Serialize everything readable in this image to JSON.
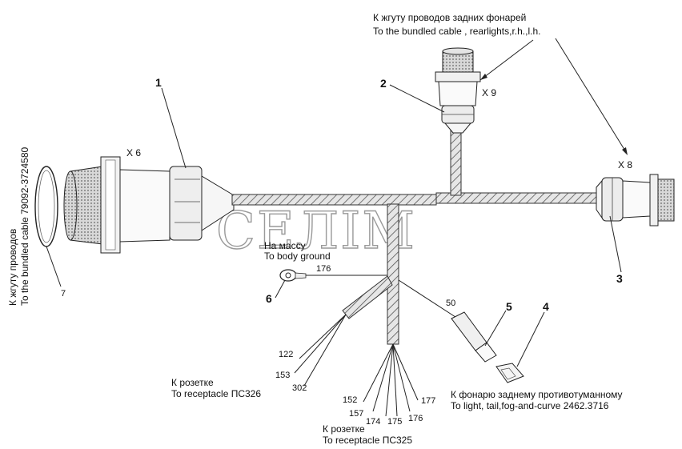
{
  "watermark": "СЕЛІМ",
  "top_note": {
    "ru": "К жгуту проводов задних фонарей",
    "en": "To the bundled cable , rearlights,r.h.,l.h."
  },
  "left_note": {
    "ru": "К жгуту проводов",
    "en": "To the bundled cable 79092-3724580"
  },
  "ground_note": {
    "ru": "На массу",
    "en": "To body ground"
  },
  "receptacle_326": {
    "ru": "К розетке",
    "en": "To receptacle ПС326"
  },
  "receptacle_325": {
    "ru": "К розетке",
    "en": "To receptacle ПС325"
  },
  "foglight_note": {
    "ru": "К фонарю заднему противотуманному",
    "en": "To light, tail,fog-and-curve 2462.3716"
  },
  "connectors": {
    "x6": "X 6",
    "x8": "X 8",
    "x9": "X 9"
  },
  "callouts": {
    "c1": "1",
    "c2": "2",
    "c3": "3",
    "c4": "4",
    "c5": "5",
    "c6": "6",
    "c7": "7"
  },
  "wires": {
    "w176_ground": "176",
    "w50": "50",
    "w122": "122",
    "w153": "153",
    "w302": "302",
    "w152": "152",
    "w157": "157",
    "w174": "174",
    "w175": "175",
    "w176": "176",
    "w177": "177"
  }
}
